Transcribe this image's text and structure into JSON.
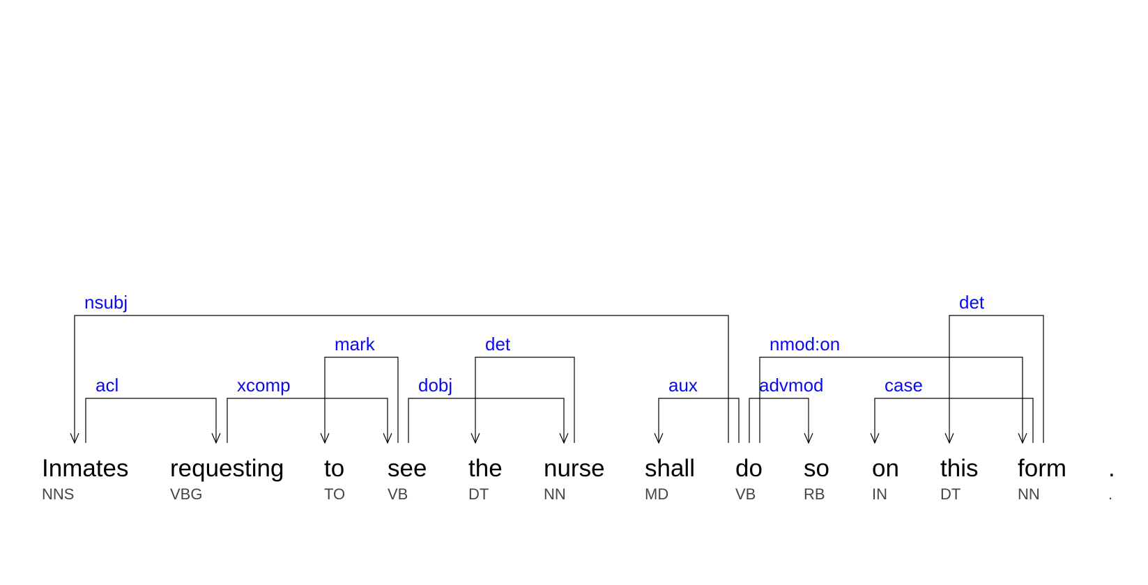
{
  "relation_color": "#0a0aee",
  "tokens": [
    {
      "word": "Inmates",
      "tag": "NNS"
    },
    {
      "word": "requesting",
      "tag": "VBG"
    },
    {
      "word": "to",
      "tag": "TO"
    },
    {
      "word": "see",
      "tag": "VB"
    },
    {
      "word": "the",
      "tag": "DT"
    },
    {
      "word": "nurse",
      "tag": "NN"
    },
    {
      "word": "shall",
      "tag": "MD"
    },
    {
      "word": "do",
      "tag": "VB"
    },
    {
      "word": "so",
      "tag": "RB"
    },
    {
      "word": "on",
      "tag": "IN"
    },
    {
      "word": "this",
      "tag": "DT"
    },
    {
      "word": "form",
      "tag": "NN"
    },
    {
      "word": ".",
      "tag": "."
    }
  ],
  "dependencies": [
    {
      "label": "nsubj",
      "head": 7,
      "dep": 0
    },
    {
      "label": "acl",
      "head": 0,
      "dep": 1
    },
    {
      "label": "xcomp",
      "head": 1,
      "dep": 3
    },
    {
      "label": "mark",
      "head": 3,
      "dep": 2
    },
    {
      "label": "dobj",
      "head": 3,
      "dep": 5
    },
    {
      "label": "det",
      "head": 5,
      "dep": 4
    },
    {
      "label": "aux",
      "head": 7,
      "dep": 6
    },
    {
      "label": "advmod",
      "head": 7,
      "dep": 8
    },
    {
      "label": "nmod:on",
      "head": 7,
      "dep": 11
    },
    {
      "label": "case",
      "head": 11,
      "dep": 9
    },
    {
      "label": "det",
      "head": 11,
      "dep": 10
    }
  ]
}
